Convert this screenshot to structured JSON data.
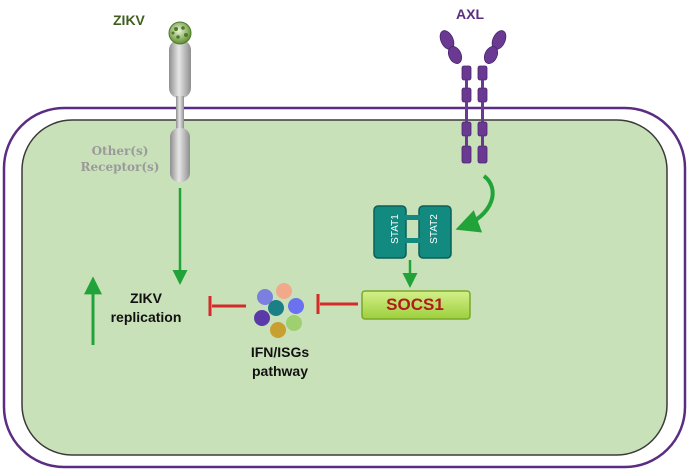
{
  "labels": {
    "zikv": "ZIKV",
    "axl": "AXL",
    "other_receptor_line1": "Other(s)",
    "other_receptor_line2": "Receptor(s)",
    "stat1": "STAT1",
    "stat2": "STAT2",
    "socs1": "SOCS1",
    "zikv_replication_line1": "ZIKV",
    "zikv_replication_line2": "replication",
    "ifn_line1": "IFN/ISGs",
    "ifn_line2": "pathway"
  },
  "colors": {
    "cytoplasm": "#c9e1b9",
    "membrane": "#5a2d82",
    "activation_arrow": "#22a33a",
    "inhibition": "#d42a2a",
    "stat_box": "#128a80",
    "socs1_box": "#b7e25a",
    "axl_receptor": "#6a3a92",
    "other_receptor": "#a8a8a8",
    "virus": "#6a9a3a"
  }
}
